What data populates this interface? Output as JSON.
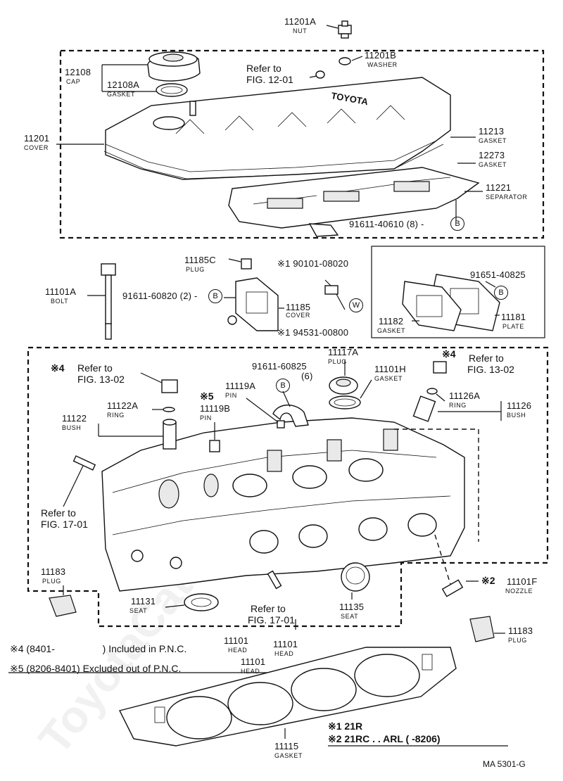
{
  "watermark": "ToyotaCatalog.ru",
  "parts": {
    "nut": {
      "code": "11201A",
      "name": "NUT"
    },
    "washer": {
      "code": "11201B",
      "name": "WASHER"
    },
    "cap": {
      "code": "12108",
      "name": "CAP"
    },
    "cap_gasket": {
      "code": "12108A",
      "name": "GASKET"
    },
    "cover": {
      "code": "11201",
      "name": "COVER"
    },
    "cover_gasket": {
      "code": "11213",
      "name": "GASKET"
    },
    "gasket_12273": {
      "code": "12273",
      "name": "GASKET"
    },
    "separator": {
      "code": "11221",
      "name": "SEPARATOR"
    },
    "bolt_b_sep": {
      "text": "91611-40610 (8) -"
    },
    "plug_c": {
      "code": "11185C",
      "name": "PLUG"
    },
    "bolt_a": {
      "code": "11101A",
      "name": "BOLT"
    },
    "bolt_b_cover": {
      "text": "91611-60820 (2) -"
    },
    "cover_11185": {
      "code": "11185",
      "name": "COVER"
    },
    "s90101": {
      "text": "※1 90101-08020"
    },
    "s94531": {
      "text": "※1 94531-00800"
    },
    "b91651": {
      "text": "91651-40825"
    },
    "gasket_11182": {
      "code": "11182",
      "name": "GASKET"
    },
    "plate": {
      "code": "11181",
      "name": "PLATE"
    },
    "plug_117a": {
      "code": "11117A",
      "name": "PLUG"
    },
    "b91611_60825": {
      "text": "91611-60825",
      "qty": "(6)"
    },
    "gasket_101h": {
      "code": "11101H",
      "name": "GASKET"
    },
    "ring_126a": {
      "code": "11126A",
      "name": "RING"
    },
    "bush_126": {
      "code": "11126",
      "name": "BUSH"
    },
    "pin_119a": {
      "code": "11119A",
      "name": "PIN"
    },
    "pin_119b": {
      "code": "11119B",
      "name": "PIN"
    },
    "ring_122a": {
      "code": "11122A",
      "name": "RING"
    },
    "bush_122": {
      "code": "11122",
      "name": "BUSH"
    },
    "plug_183_left": {
      "code": "11183",
      "name": "PLUG"
    },
    "seat_131": {
      "code": "11131",
      "name": "SEAT"
    },
    "seat_135": {
      "code": "11135",
      "name": "SEAT"
    },
    "nozzle": {
      "code": "11101F",
      "name": "NOZZLE"
    },
    "plug_183_right": {
      "code": "11183",
      "name": "PLUG"
    },
    "head": {
      "code": "11101",
      "name": "HEAD"
    },
    "head_gasket": {
      "code": "11115",
      "name": "GASKET"
    }
  },
  "refs": {
    "fig1201_a": "Refer  to",
    "fig1201_b": "FIG.  12-01",
    "fig1302_left_a": "Refer to",
    "fig1302_left_b": "FIG. 13-02",
    "fig1302_right_a": "Refer to",
    "fig1302_right_b": "FIG. 13-02",
    "fig1701_left_a": "Refer to",
    "fig1701_left_b": "FIG. 17-01",
    "fig1701_bot_a": "Refer to",
    "fig1701_bot_b": "FIG. 17-01",
    "mark4_left": "※4",
    "mark4_right": "※4",
    "mark5": "※5",
    "mark2": "※2"
  },
  "symbols": {
    "b": "B",
    "w": "W"
  },
  "notes": {
    "n4_prefix": "※4 (8401-",
    "n4_text": ")  Included in P.N.C.",
    "n4_code": "11101",
    "n4_name": "HEAD",
    "n5_text": "※5 (8206-8401) Excluded out of P.N.C.",
    "n5_code": "11101",
    "n5_name": "HEAD",
    "legend1": "※1  21R",
    "legend2": "※2  21RC . . ARL (        -8206)"
  },
  "footer": "MA  5301-G"
}
